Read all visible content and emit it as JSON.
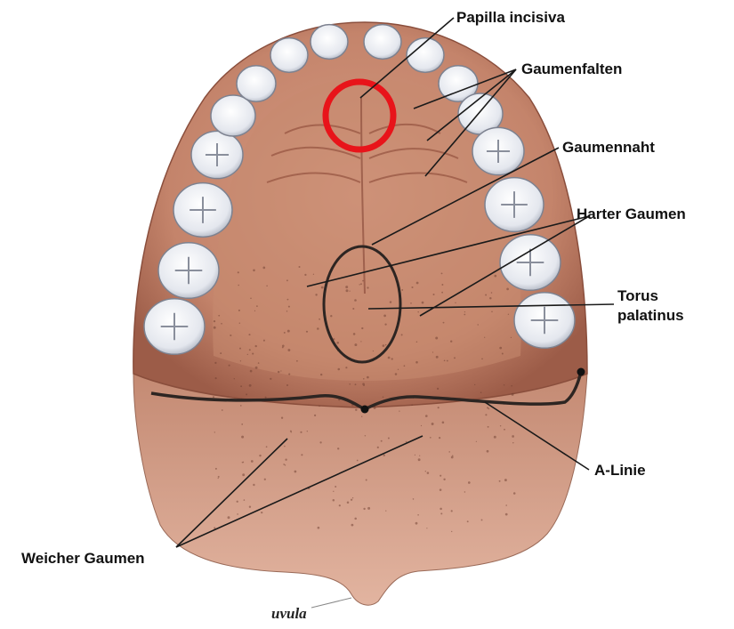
{
  "labels": {
    "papilla": "Papilla incisiva",
    "gaumenfalten": "Gaumenfalten",
    "gaumennaht": "Gaumennaht",
    "harter_gaumen": "Harter Gaumen",
    "torus_line1": "Torus",
    "torus_line2": "palatinus",
    "a_linie": "A-Linie",
    "weicher_gaumen": "Weicher Gaumen",
    "uvula": "uvula"
  },
  "colors": {
    "palate": "#c98c73",
    "palate_shadow": "#a8654f",
    "soft_palate": "#d4a08a",
    "teeth": "#eef0f4",
    "teeth_outline": "#7d8290",
    "highlight_circle": "#e8141a",
    "outline": "#3a2e2a"
  },
  "teeth_count_shown": 16
}
